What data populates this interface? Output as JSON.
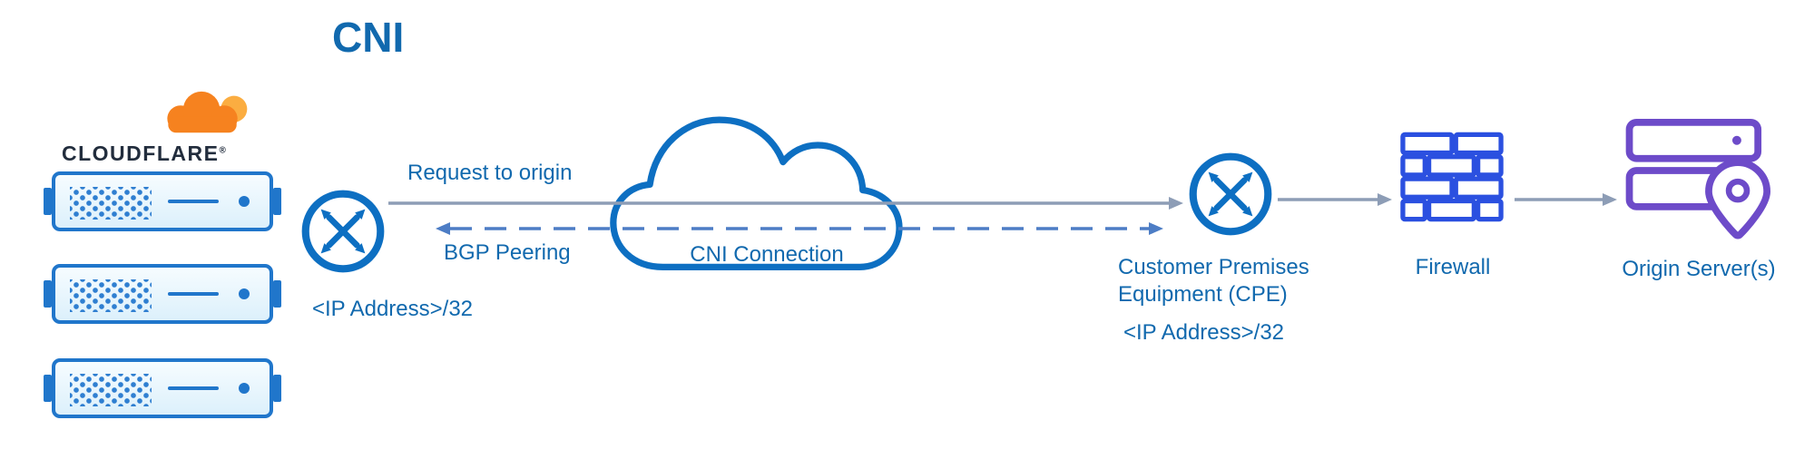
{
  "title": "CNI",
  "logo": {
    "brand": "CLOUDFLARE",
    "mark": "®"
  },
  "labels": {
    "request_to_origin": "Request to origin",
    "bgp_peering": "BGP Peering",
    "cni_connection": "CNI Connection",
    "left_router_ip": "<IP Address>/32",
    "cpe": "Customer Premises Equipment (CPE)",
    "cpe_ip": "<IP Address>/32",
    "firewall": "Firewall",
    "origin_servers": "Origin Server(s)"
  },
  "icons": {
    "cloudflare-cloud-icon": "orange brand cloud",
    "server-rack-icon": "stacked edge servers (3 units)",
    "router-icon": "circle with crossing exchange arrows",
    "cni-cloud-icon": "network cloud outline",
    "firewall-icon": "brick wall",
    "origin-server-icon": "server racks with location pin"
  },
  "colors": {
    "label_blue": "#1169ae",
    "icon_blue": "#0d6fc2",
    "firewall_blue": "#2b50e0",
    "server_blue": "#2076cb",
    "server_fill": "#dcf0fb",
    "server_dot": "#2f7fd1",
    "arrow_gray": "#8d9db6",
    "arrow_blue": "#4d7dc5",
    "purple": "#6d4bc9",
    "cf_orange": "#f6821f",
    "cf_orange_light": "#fbad41",
    "wordmark_dark": "#222d3d"
  }
}
